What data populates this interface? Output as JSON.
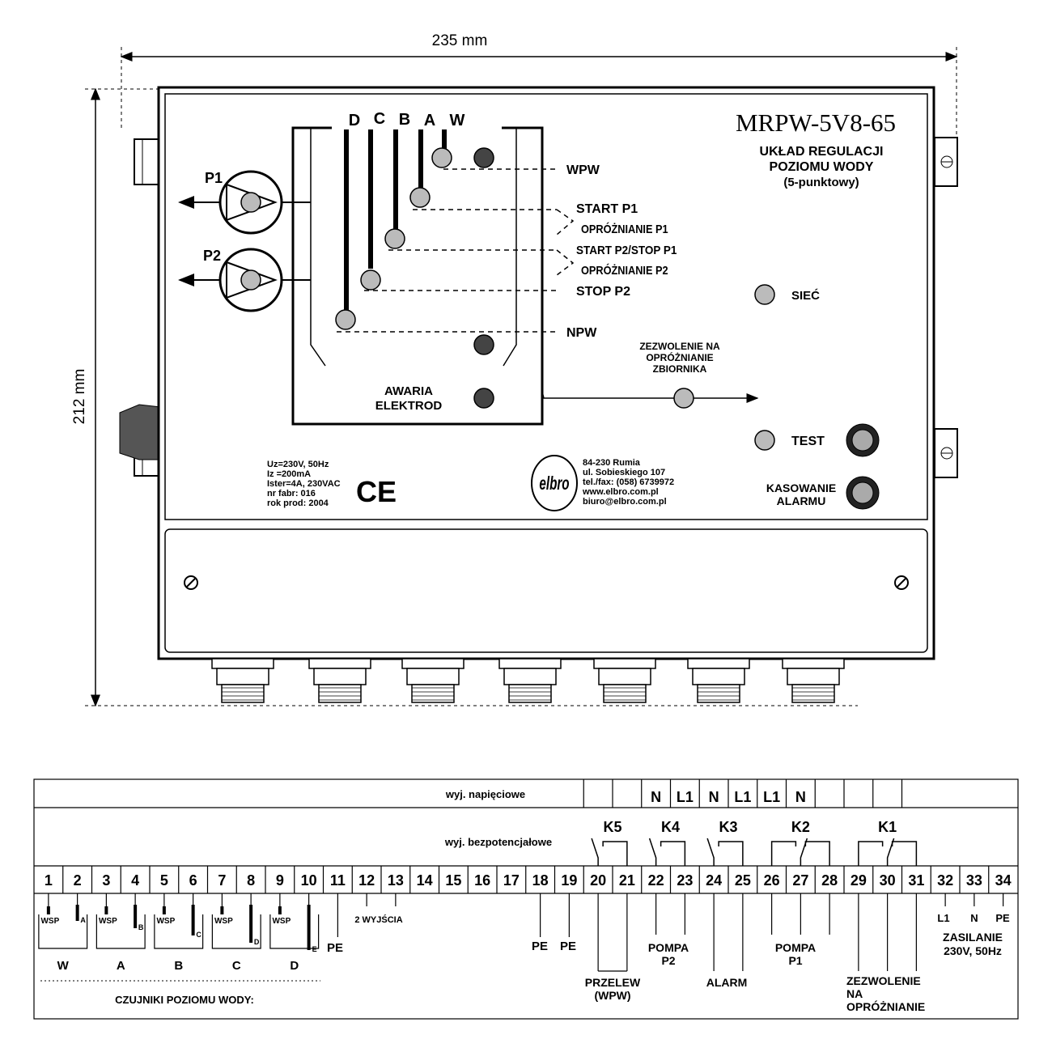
{
  "dimensions": {
    "width_label": "235 mm",
    "height_label": "212 mm"
  },
  "device": {
    "model": "MRPW-5V8-65",
    "subtitle_lines": [
      "UKŁAD REGULACJI",
      "POZIOMU WODY",
      "(5-punktowy)"
    ],
    "electrode_letters": [
      "D",
      "C",
      "B",
      "A",
      "W"
    ],
    "pumps": [
      "P1",
      "P2"
    ],
    "level_labels": {
      "wpw": "WPW",
      "start_p1": "START P1",
      "empty_p1": "OPRÓŻNIANIE P1",
      "start_p2_stop_p1": "START P2/STOP P1",
      "empty_p2": "OPRÓŻNIANIE P2",
      "stop_p2": "STOP P2",
      "npw": "NPW"
    },
    "awaria_lines": [
      "AWARIA",
      "ELEKTROD"
    ],
    "zezwolenie_lines": [
      "ZEZWOLENIE NA",
      "OPRÓŻNIANIE",
      "ZBIORNIKA"
    ],
    "siec": "SIEĆ",
    "test": "TEST",
    "kasowanie_lines": [
      "KASOWANIE",
      "ALARMU"
    ],
    "specs": [
      "Uz=230V, 50Hz",
      "Iz =200mA",
      "Ister=4A, 230VAC",
      "nr fabr: 016",
      "rok prod: 2004"
    ],
    "ce": "CE",
    "logo": "elbro",
    "company": [
      "84-230 Rumia",
      "ul. Sobieskiego 107",
      "tel./fax: (058) 6739972",
      "www.elbro.com.pl",
      "biuro@elbro.com.pl"
    ]
  },
  "terminal_table": {
    "row1_label": "wyj. napięciowe",
    "row2_label": "wyj. bezpotencjałowe",
    "voltage_outputs": [
      "",
      "",
      "N",
      "L1",
      "N",
      "L1",
      "L1",
      "N",
      "",
      "",
      ""
    ],
    "relays": [
      "K5",
      "K4",
      "K3",
      "K2",
      "K1"
    ],
    "terminals": [
      "1",
      "2",
      "3",
      "4",
      "5",
      "6",
      "7",
      "8",
      "9",
      "10",
      "11",
      "12",
      "13",
      "14",
      "15",
      "16",
      "17",
      "18",
      "19",
      "20",
      "21",
      "22",
      "23",
      "24",
      "25",
      "26",
      "27",
      "28",
      "29",
      "30",
      "31",
      "32",
      "33",
      "34"
    ],
    "sensor_groups": [
      "W",
      "A",
      "B",
      "C",
      "D"
    ],
    "sensor_wsp": "WSP",
    "sensor_probe_letters": [
      "A",
      "B",
      "C",
      "D",
      "E"
    ],
    "labels": {
      "pe": "PE",
      "two_outputs": "2 WYJŚCIA",
      "czujniki": "CZUJNIKI POZIOMU WODY:",
      "przelew_lines": [
        "PRZELEW",
        "(WPW)"
      ],
      "pompa_p2_lines": [
        "POMPA",
        "P2"
      ],
      "alarm": "ALARM",
      "pompa_p1_lines": [
        "POMPA",
        "P1"
      ],
      "zezwolenie_lines": [
        "ZEZWOLENIE",
        "NA",
        "OPRÓŻNIANIE"
      ],
      "l1": "L1",
      "n": "N",
      "zasilanie_lines": [
        "ZASILANIE",
        "230V, 50Hz"
      ]
    }
  }
}
